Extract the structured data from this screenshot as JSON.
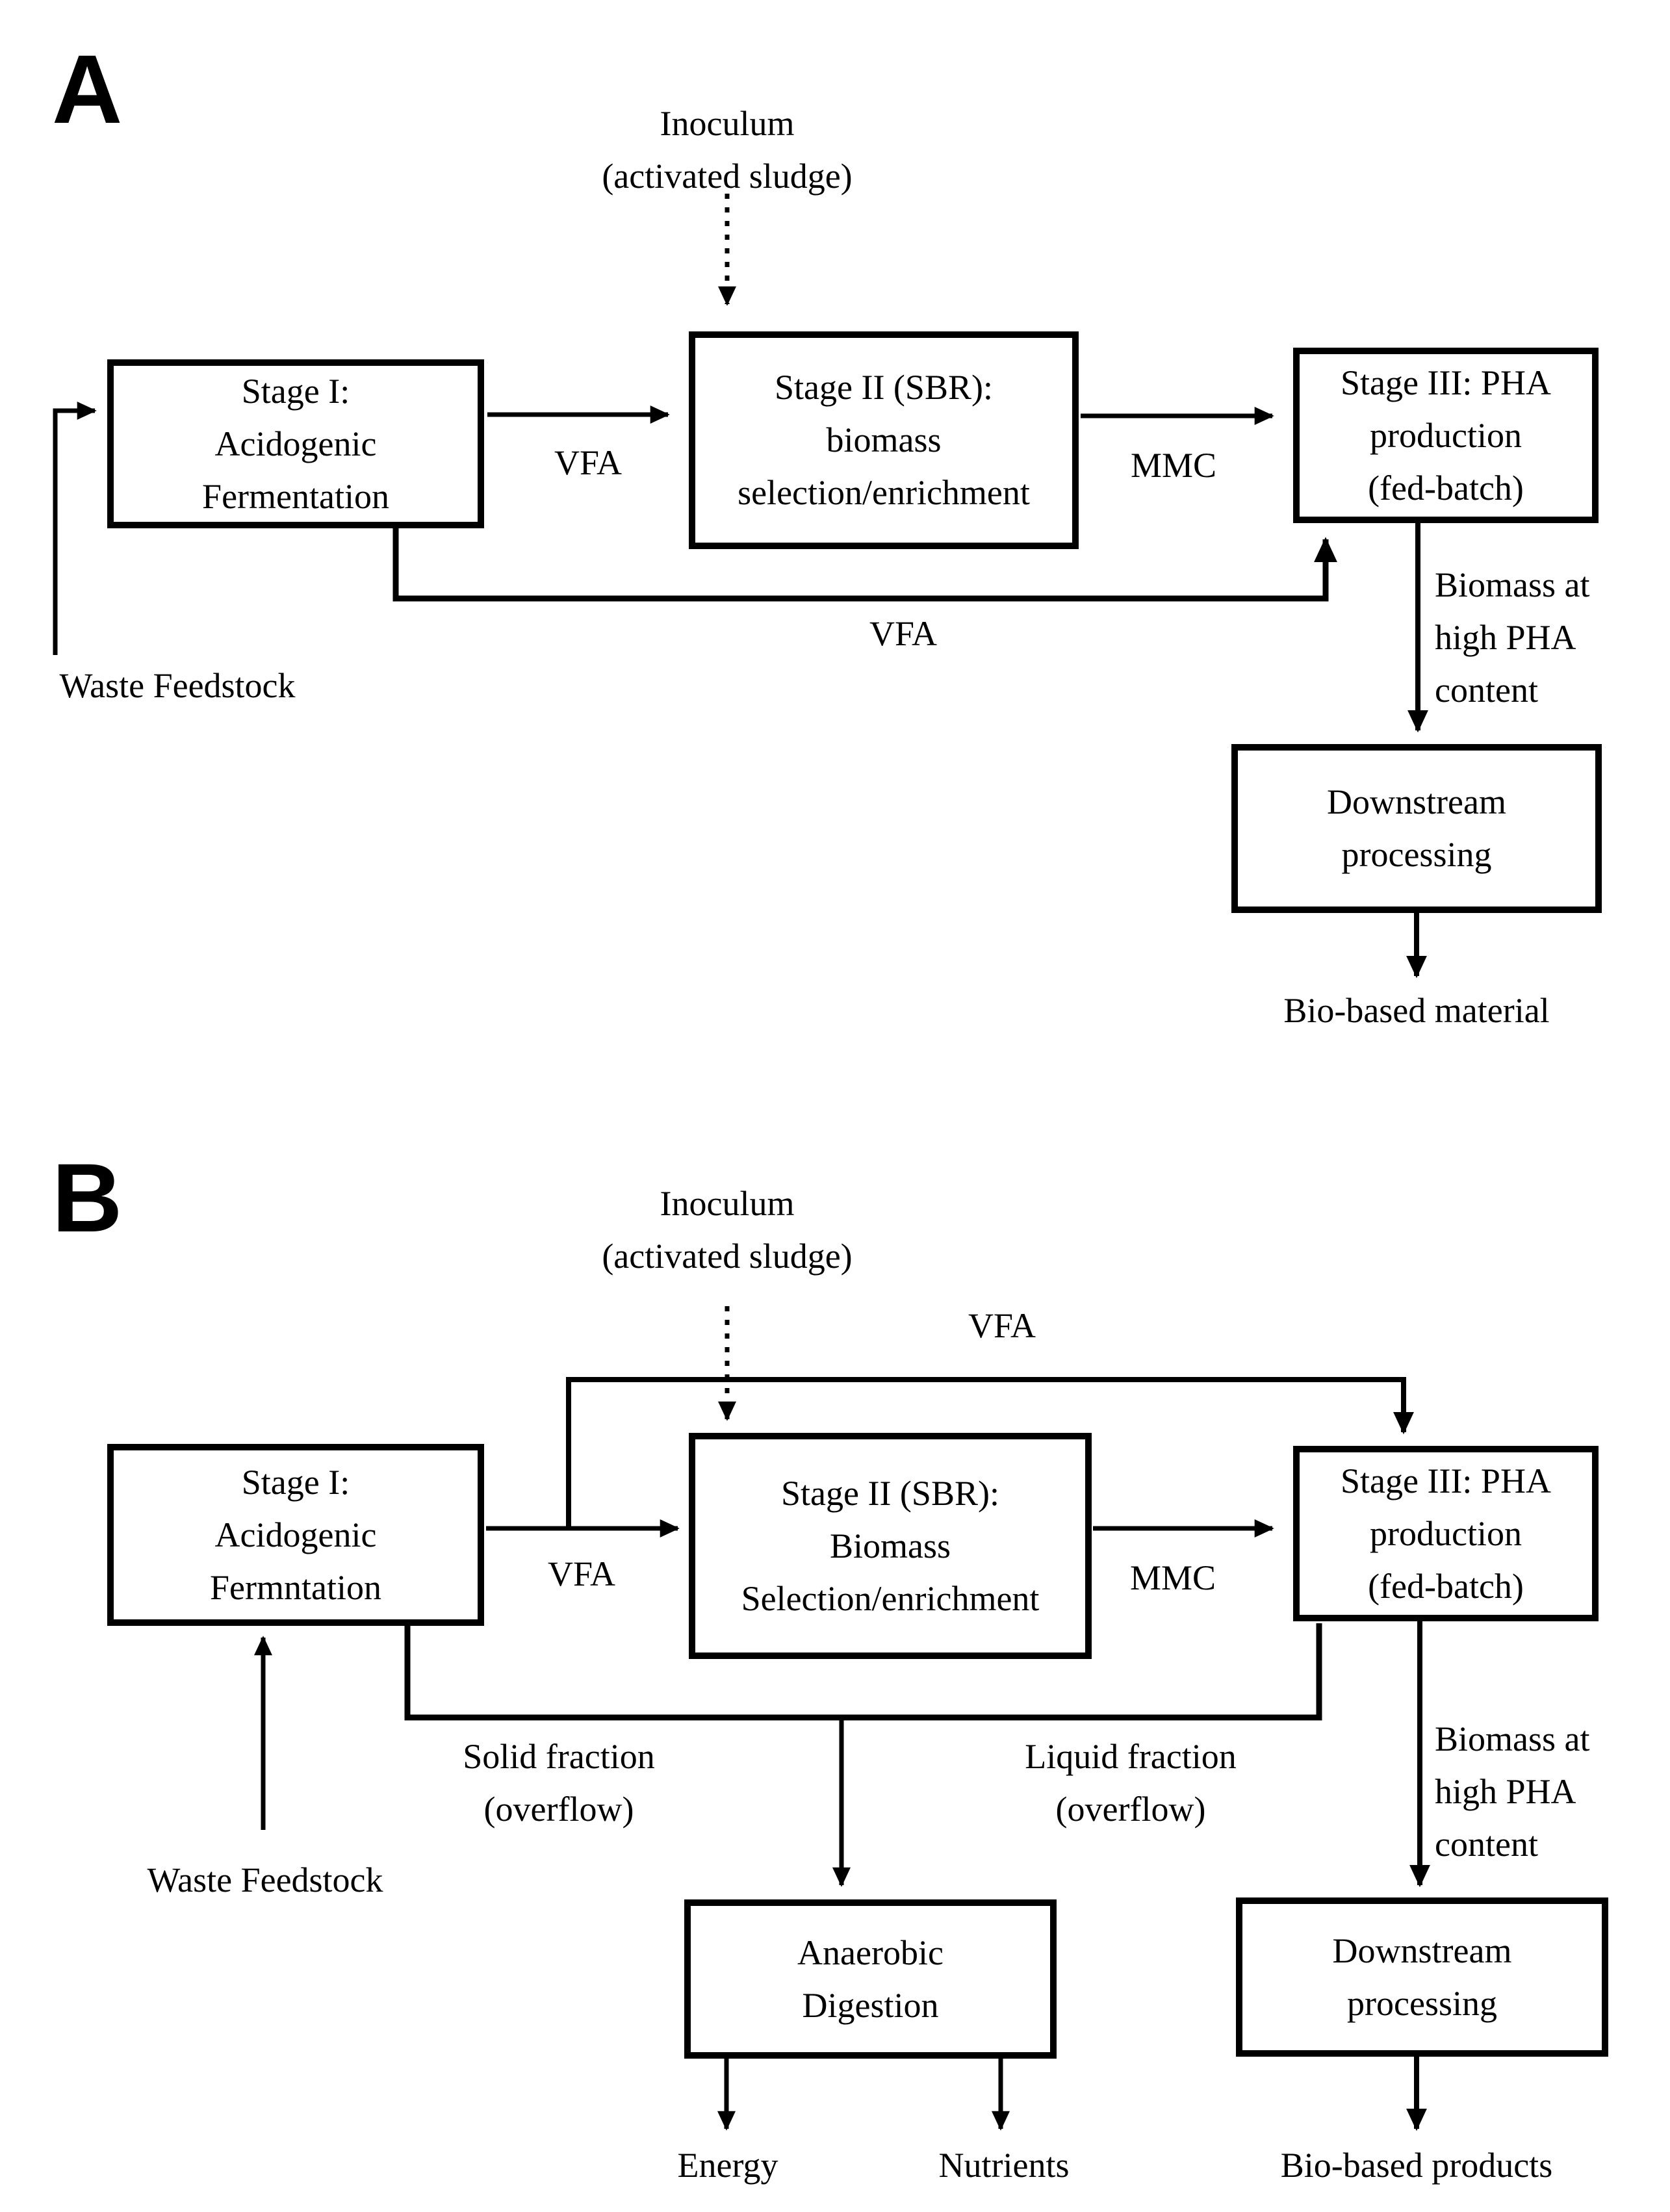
{
  "diagram": {
    "colors": {
      "ink": "#000000",
      "background": "#ffffff"
    },
    "panel_a": {
      "panel_label": "A",
      "inoculum": "Inoculum\n(activated sludge)",
      "stage1": "Stage I:\nAcidogenic\nFermentation",
      "stage2": "Stage II (SBR):\nbiomass\nselection/enrichment",
      "stage3": "Stage III: PHA\nproduction\n(fed-batch)",
      "downstream": "Downstream\nprocessing",
      "vfa_main": "VFA",
      "mmc": "MMC",
      "vfa_bypass": "VFA",
      "waste_feedstock": "Waste Feedstock",
      "biomass_note": "Biomass at\nhigh PHA\ncontent",
      "final_output": "Bio-based material"
    },
    "panel_b": {
      "panel_label": "B",
      "inoculum": "Inoculum\n(activated sludge)",
      "vfa_recycle": "VFA",
      "stage1": "Stage I:\nAcidogenic\nFermntation",
      "stage2": "Stage II (SBR):\nBiomass\nSelection/enrichment",
      "stage3": "Stage III: PHA\nproduction\n(fed-batch)",
      "vfa_main": "VFA",
      "mmc": "MMC",
      "waste_feedstock": "Waste Feedstock",
      "solid_fraction": "Solid fraction\n(overflow)",
      "liquid_fraction": "Liquid fraction\n(overflow)",
      "biomass_note": "Biomass at\nhigh PHA\ncontent",
      "anaerobic": "Anaerobic\nDigestion",
      "downstream": "Downstream\nprocessing",
      "energy": "Energy",
      "nutrients": "Nutrients",
      "final_output": "Bio-based products"
    }
  }
}
